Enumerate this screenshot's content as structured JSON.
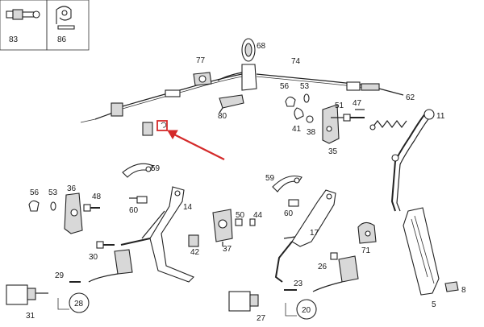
{
  "diagram": {
    "accent_color": "#d42a2a",
    "line_color": "#222222",
    "inset_labels": [
      "83",
      "86"
    ],
    "labels": {
      "p68": "68",
      "p77": "77",
      "p74": "74",
      "p56a": "56",
      "p53a": "53",
      "p51": "51",
      "p47": "47",
      "p62": "62",
      "p11": "11",
      "p80": "80",
      "p41": "41",
      "p38": "38",
      "p35": "35",
      "p59a": "59",
      "p56b": "56",
      "p53b": "53",
      "p36": "36",
      "p48": "48",
      "p60a": "60",
      "p14": "14",
      "p59b": "59",
      "p50": "50",
      "p44": "44",
      "p60b": "60",
      "p37": "37",
      "p17": "17",
      "p71": "71",
      "p42": "42",
      "p30": "30",
      "p26": "26",
      "p29": "29",
      "p23": "23",
      "p31": "31",
      "p28": "28",
      "p27": "27",
      "p20": "20",
      "p5": "5",
      "p8": "8"
    }
  }
}
